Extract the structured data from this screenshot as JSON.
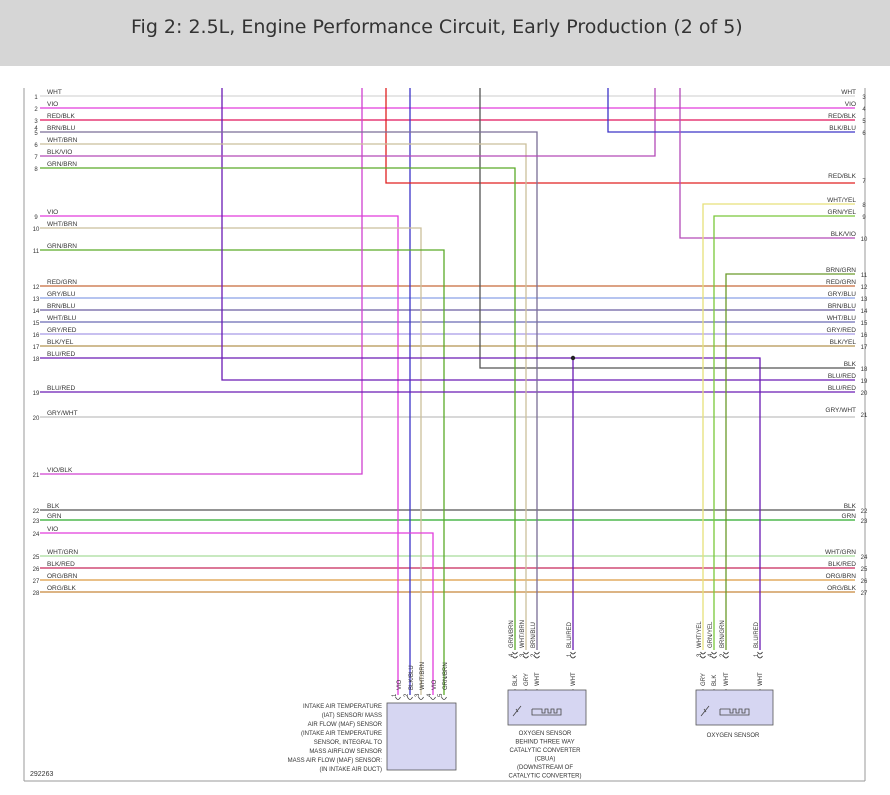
{
  "title": "Fig 2: 2.5L, Engine Performance Circuit, Early Production (2 of 5)",
  "figure_id": "292263",
  "colors": {
    "WHT": "#c8c8c8",
    "VIO": "#e23cdc",
    "RED/BLK": "#e0145a",
    "BRN/BLU": "#7a6e96",
    "WHT/BRN": "#cbbf9c",
    "BLK/VIO": "#b44ab8",
    "GRN/BRN": "#5aaa28",
    "GRN": "#2aaa2a",
    "RED/GRN": "#c86a3a",
    "GRY/BLU": "#8aa0e6",
    "BRN/BLU2": "#6a5ea0",
    "WHT/BLU": "#6a6ab4",
    "GRY/RED": "#a89ae6",
    "BLK/YEL": "#b49450",
    "BLU/RED": "#6a1ab4",
    "GRY/WHT": "#c0c0c0",
    "VIO/BLK": "#d040d0",
    "BLK": "#555555",
    "WHT/GRN": "#a6dc9a",
    "BLK/RED": "#c8285a",
    "ORG/BRN": "#dc9a40",
    "ORG/BLK": "#c8883a",
    "WHT/YEL": "#e6e07a",
    "GRN/YEL": "#7ac83a",
    "BRN/GRN": "#6a9a2a",
    "RED": "#e02020",
    "BLU": "#3c34c8"
  },
  "left_connector": {
    "pins": [
      {
        "num": "1",
        "label": "WHT"
      },
      {
        "num": "2",
        "label": "VIO"
      },
      {
        "num": "3",
        "label": "RED/BLK"
      },
      {
        "num": "4",
        "label": ""
      },
      {
        "num": "5",
        "label": "BRN/BLU"
      },
      {
        "num": "6",
        "label": "WHT/BRN"
      },
      {
        "num": "7",
        "label": "BLK/VIO"
      },
      {
        "num": "8",
        "label": "GRN/BRN"
      },
      {
        "num": "9",
        "label": "VIO"
      },
      {
        "num": "10",
        "label": "WHT/BRN"
      },
      {
        "num": "11",
        "label": "GRN/BRN"
      },
      {
        "num": "12",
        "label": "RED/GRN"
      },
      {
        "num": "13",
        "label": "GRY/BLU"
      },
      {
        "num": "14",
        "label": "BRN/BLU"
      },
      {
        "num": "15",
        "label": "WHT/BLU"
      },
      {
        "num": "16",
        "label": "GRY/RED"
      },
      {
        "num": "17",
        "label": "BLK/YEL"
      },
      {
        "num": "18",
        "label": "BLU/RED"
      },
      {
        "num": "19",
        "label": "BLU/RED"
      },
      {
        "num": "20",
        "label": "GRY/WHT"
      },
      {
        "num": "21",
        "label": "VIO/BLK"
      },
      {
        "num": "22",
        "label": "BLK"
      },
      {
        "num": "23",
        "label": "GRN"
      },
      {
        "num": "24",
        "label": "VIO"
      },
      {
        "num": "25",
        "label": "WHT/GRN"
      },
      {
        "num": "26",
        "label": "BLK/RED"
      },
      {
        "num": "27",
        "label": "ORG/BRN"
      },
      {
        "num": "28",
        "label": "ORG/BLK"
      }
    ]
  },
  "right_connector": {
    "pins": [
      {
        "num": "3",
        "label": "WHT"
      },
      {
        "num": "4",
        "label": "VIO"
      },
      {
        "num": "5",
        "label": "RED/BLK"
      },
      {
        "num": "6",
        "label": "BLK/BLU"
      },
      {
        "num": "7",
        "label": "RED/BLK"
      },
      {
        "num": "8",
        "label": "WHT/YEL"
      },
      {
        "num": "9",
        "label": "GRN/YEL"
      },
      {
        "num": "10",
        "label": "BLK/VIO"
      },
      {
        "num": "11",
        "label": "BRN/GRN"
      },
      {
        "num": "12",
        "label": "RED/GRN"
      },
      {
        "num": "13",
        "label": "GRY/BLU"
      },
      {
        "num": "14",
        "label": "BRN/BLU"
      },
      {
        "num": "15",
        "label": "WHT/BLU"
      },
      {
        "num": "16",
        "label": "GRY/RED"
      },
      {
        "num": "17",
        "label": "BLK/YEL"
      },
      {
        "num": "18",
        "label": "BLK"
      },
      {
        "num": "19",
        "label": "BLU/RED"
      },
      {
        "num": "20",
        "label": "BLU/RED"
      },
      {
        "num": "21",
        "label": "GRY/WHT"
      },
      {
        "num": "22",
        "label": "BLK"
      },
      {
        "num": "23",
        "label": "GRN"
      },
      {
        "num": "24",
        "label": "WHT/GRN"
      },
      {
        "num": "25",
        "label": "BLK/RED"
      },
      {
        "num": "26",
        "label": "ORG/BRN"
      },
      {
        "num": "27",
        "label": "ORG/BLK"
      }
    ]
  },
  "components": {
    "maf": {
      "pins": [
        {
          "num": "1",
          "wire": "VIO"
        },
        {
          "num": "2",
          "wire": "BLK/BLU"
        },
        {
          "num": "3",
          "wire": "WHT/BRN"
        },
        {
          "num": "4",
          "wire": "VIO"
        },
        {
          "num": "5",
          "wire": "GRN/BRN"
        }
      ],
      "label": [
        "INTAKE AIR TEMPERATURE",
        "(IAT) SENSOR/ MASS",
        "AIR FLOW (MAF) SENSOR",
        "(INTAKE AIR TEMPERATURE",
        "SENSOR, INTEGRAL TO",
        "MASS AIRFLOW SENSOR",
        "MASS AIR FLOW (MAF) SENSOR:",
        "(IN INTAKE AIR DUCT)"
      ]
    },
    "o2_cbua": {
      "wires": [
        {
          "num": "4",
          "label": "GRN/BRN",
          "term": "BLK"
        },
        {
          "num": "3",
          "label": "WHT/BRN",
          "term": "GRY"
        },
        {
          "num": "2",
          "label": "BRN/BLU",
          "term": "WHT"
        },
        {
          "num": "1",
          "label": "BLU/RED",
          "term": "WHT"
        }
      ],
      "label": [
        "OXYGEN SENSOR",
        "BEHIND THREE WAY",
        "CATALYTIC CONVERTER",
        "(CBUA)",
        "(DOWNSTREAM OF",
        "CATALYTIC CONVERTER)"
      ]
    },
    "o2_front": {
      "wires": [
        {
          "num": "3",
          "label": "WHT/YEL",
          "term": "GRY"
        },
        {
          "num": "4",
          "label": "GRN/YEL",
          "term": "BLK"
        },
        {
          "num": "2",
          "label": "BRN/GRN",
          "term": "WHT"
        },
        {
          "num": "1",
          "label": "BLU/RED",
          "term": "WHT"
        }
      ],
      "label": [
        "OXYGEN SENSOR"
      ]
    }
  }
}
